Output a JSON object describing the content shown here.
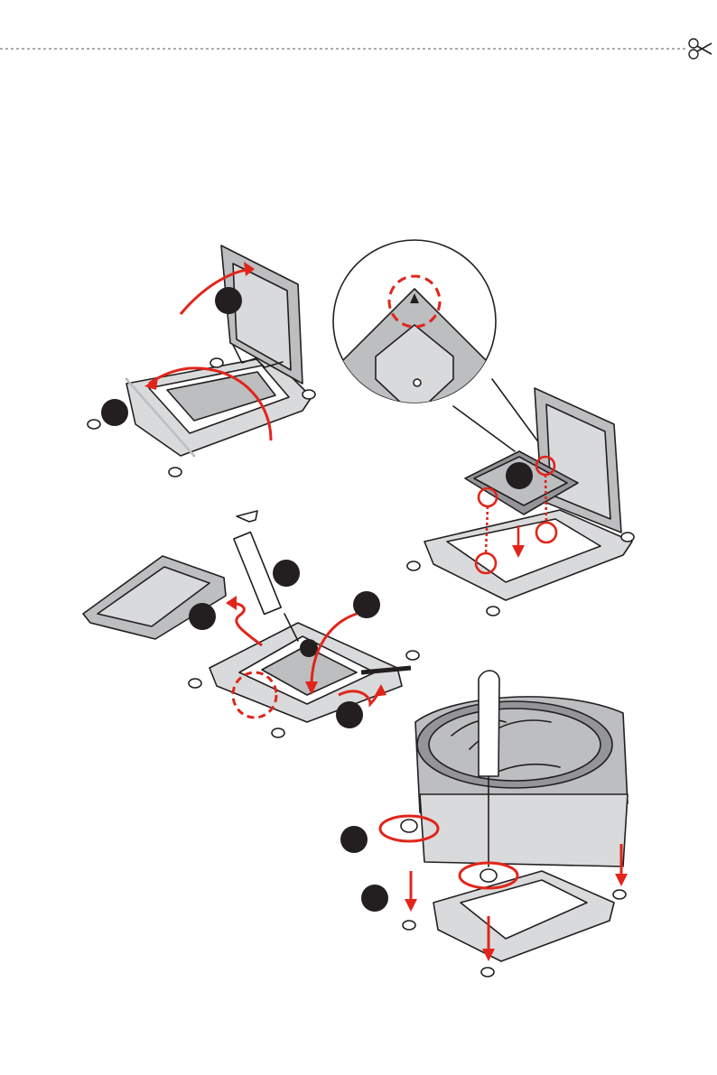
{
  "document": {
    "page_width": 794,
    "page_height": 1191
  },
  "colors": {
    "accent_red": "#e1251b",
    "line": "#231f20",
    "metal_grey": "#bcbec0",
    "step_badge": "#231f20"
  },
  "steps": [
    {
      "id": "step-1",
      "label": ""
    },
    {
      "id": "step-2",
      "label": ""
    },
    {
      "id": "step-3",
      "label": ""
    },
    {
      "id": "step-4",
      "label": ""
    },
    {
      "id": "step-5",
      "label": ""
    },
    {
      "id": "step-6",
      "label": ""
    },
    {
      "id": "step-7",
      "label": ""
    },
    {
      "id": "step-8",
      "label": ""
    },
    {
      "id": "step-9",
      "label": ""
    }
  ],
  "icons": {
    "cut_guide": "scissors-dashed-line",
    "arrow": "red-direction-arrow",
    "thermal_paste": "syringe",
    "tool": "screwdriver"
  }
}
